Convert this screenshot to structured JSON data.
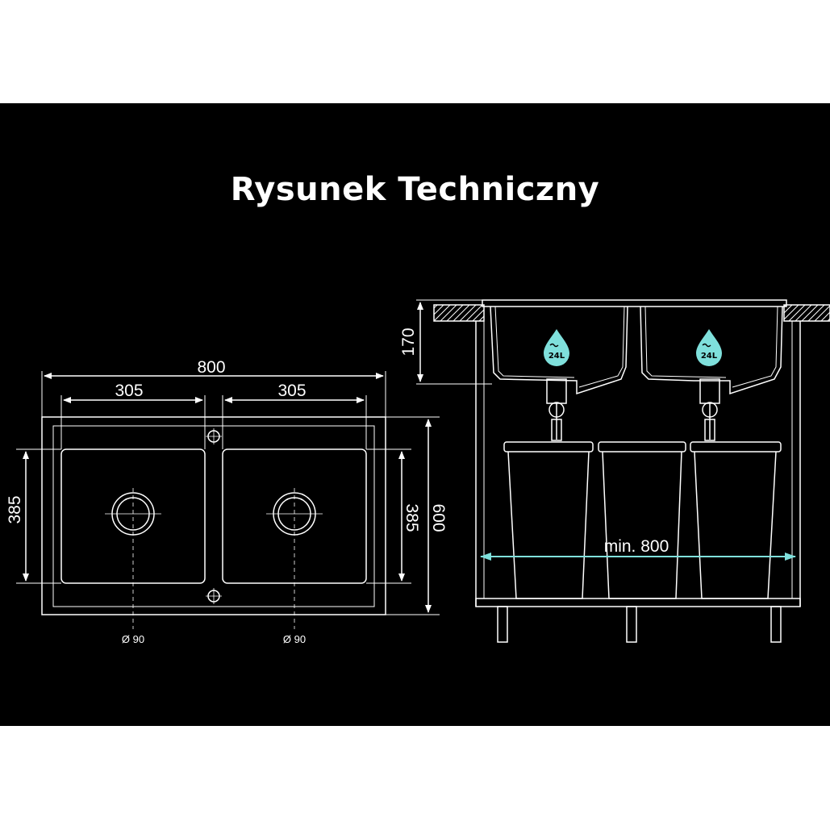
{
  "title": "Rysunek Techniczny",
  "top_view": {
    "overall_width": "800",
    "bowl_width_left": "305",
    "bowl_width_right": "305",
    "bowl_depth_left": "385",
    "bowl_depth_right": "385",
    "overall_depth": "600",
    "drain_left": "Ø 90",
    "drain_right": "Ø 90"
  },
  "side_view": {
    "sink_height": "170",
    "bin_left_capacity": "24L",
    "bin_right_capacity": "24L",
    "cabinet_min_width": "min. 800"
  },
  "colors": {
    "background": "#000000",
    "line": "#ffffff",
    "accent": "#7fe0dc"
  },
  "icons": [
    "water-drop-icon",
    "water-drop-icon"
  ]
}
